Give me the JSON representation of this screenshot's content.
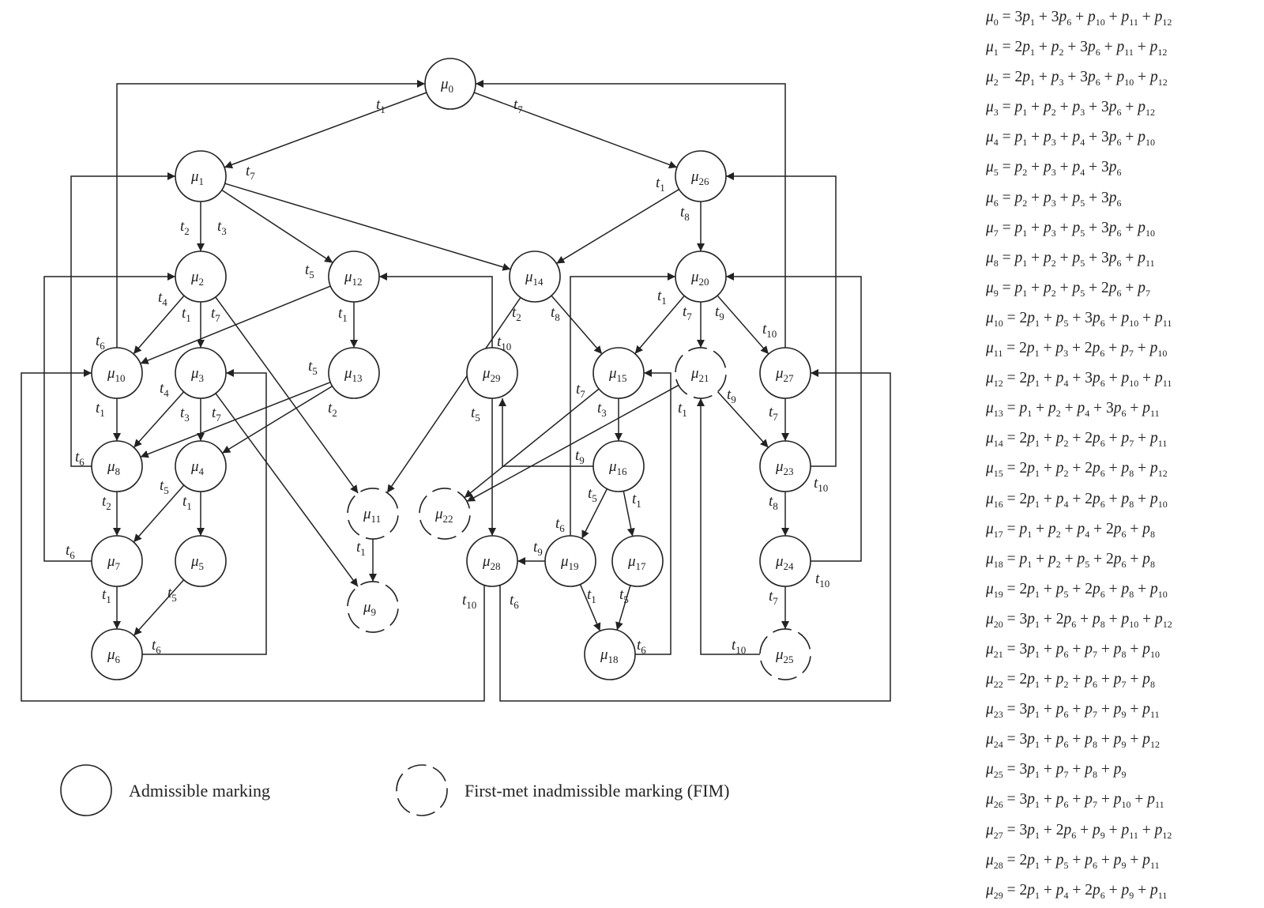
{
  "nodes": [
    {
      "id": "mu0",
      "label": "μ",
      "sub": "0",
      "fim": false
    },
    {
      "id": "mu1",
      "label": "μ",
      "sub": "1",
      "fim": false
    },
    {
      "id": "mu2",
      "label": "μ",
      "sub": "2",
      "fim": false
    },
    {
      "id": "mu3",
      "label": "μ",
      "sub": "3",
      "fim": false
    },
    {
      "id": "mu4",
      "label": "μ",
      "sub": "4",
      "fim": false
    },
    {
      "id": "mu5",
      "label": "μ",
      "sub": "5",
      "fim": false
    },
    {
      "id": "mu6",
      "label": "μ",
      "sub": "6",
      "fim": false
    },
    {
      "id": "mu7",
      "label": "μ",
      "sub": "7",
      "fim": false
    },
    {
      "id": "mu8",
      "label": "μ",
      "sub": "8",
      "fim": false
    },
    {
      "id": "mu9",
      "label": "μ",
      "sub": "9",
      "fim": true
    },
    {
      "id": "mu10",
      "label": "μ",
      "sub": "10",
      "fim": false
    },
    {
      "id": "mu11",
      "label": "μ",
      "sub": "11",
      "fim": true
    },
    {
      "id": "mu12",
      "label": "μ",
      "sub": "12",
      "fim": false
    },
    {
      "id": "mu13",
      "label": "μ",
      "sub": "13",
      "fim": false
    },
    {
      "id": "mu14",
      "label": "μ",
      "sub": "14",
      "fim": false
    },
    {
      "id": "mu15",
      "label": "μ",
      "sub": "15",
      "fim": false
    },
    {
      "id": "mu16",
      "label": "μ",
      "sub": "16",
      "fim": false
    },
    {
      "id": "mu17",
      "label": "μ",
      "sub": "17",
      "fim": false
    },
    {
      "id": "mu18",
      "label": "μ",
      "sub": "18",
      "fim": false
    },
    {
      "id": "mu19",
      "label": "μ",
      "sub": "19",
      "fim": false
    },
    {
      "id": "mu20",
      "label": "μ",
      "sub": "20",
      "fim": false
    },
    {
      "id": "mu21",
      "label": "μ",
      "sub": "21",
      "fim": true
    },
    {
      "id": "mu22",
      "label": "μ",
      "sub": "22",
      "fim": true
    },
    {
      "id": "mu23",
      "label": "μ",
      "sub": "23",
      "fim": false
    },
    {
      "id": "mu24",
      "label": "μ",
      "sub": "24",
      "fim": false
    },
    {
      "id": "mu25",
      "label": "μ",
      "sub": "25",
      "fim": true
    },
    {
      "id": "mu26",
      "label": "μ",
      "sub": "26",
      "fim": false
    },
    {
      "id": "mu27",
      "label": "μ",
      "sub": "27",
      "fim": false
    },
    {
      "id": "mu28",
      "label": "μ",
      "sub": "28",
      "fim": false
    },
    {
      "id": "mu29",
      "label": "μ",
      "sub": "29",
      "fim": false
    }
  ],
  "edges": [
    {
      "from": "mu0",
      "to": "mu1",
      "transition": "1"
    },
    {
      "from": "mu0",
      "to": "mu26",
      "transition": "7"
    },
    {
      "from": "mu1",
      "to": "mu2",
      "transition": "2"
    },
    {
      "from": "mu1",
      "to": "mu12",
      "transition": "3"
    },
    {
      "from": "mu1",
      "to": "mu14",
      "transition": "7"
    },
    {
      "from": "mu26",
      "to": "mu14",
      "transition": "1"
    },
    {
      "from": "mu26",
      "to": "mu20",
      "transition": "8"
    },
    {
      "from": "mu2",
      "to": "mu10",
      "transition": "4"
    },
    {
      "from": "mu2",
      "to": "mu3",
      "transition": "1"
    },
    {
      "from": "mu2",
      "to": "mu11",
      "transition": "7"
    },
    {
      "from": "mu12",
      "to": "mu10",
      "transition": "5"
    },
    {
      "from": "mu12",
      "to": "mu13",
      "transition": "1"
    },
    {
      "from": "mu14",
      "to": "mu11",
      "transition": "2"
    },
    {
      "from": "mu14",
      "to": "mu15",
      "transition": "8"
    },
    {
      "from": "mu10",
      "to": "mu8",
      "transition": "1"
    },
    {
      "from": "mu10",
      "to": "mu0",
      "transition": "6"
    },
    {
      "from": "mu3",
      "to": "mu8",
      "transition": "4"
    },
    {
      "from": "mu3",
      "to": "mu4",
      "transition": "3"
    },
    {
      "from": "mu3",
      "to": "mu9",
      "transition": "7"
    },
    {
      "from": "mu13",
      "to": "mu8",
      "transition": "5"
    },
    {
      "from": "mu13",
      "to": "mu4",
      "transition": "2"
    },
    {
      "from": "mu8",
      "to": "mu7",
      "transition": "2"
    },
    {
      "from": "mu8",
      "to": "mu1",
      "transition": "6"
    },
    {
      "from": "mu4",
      "to": "mu7",
      "transition": "5"
    },
    {
      "from": "mu4",
      "to": "mu5",
      "transition": "1"
    },
    {
      "from": "mu7",
      "to": "mu6",
      "transition": "1"
    },
    {
      "from": "mu7",
      "to": "mu2",
      "transition": "6"
    },
    {
      "from": "mu5",
      "to": "mu6",
      "transition": "5"
    },
    {
      "from": "mu6",
      "to": "mu3",
      "transition": "6"
    },
    {
      "from": "mu11",
      "to": "mu9",
      "transition": "1"
    },
    {
      "from": "mu20",
      "to": "mu15",
      "transition": "1"
    },
    {
      "from": "mu20",
      "to": "mu21",
      "transition": "7"
    },
    {
      "from": "mu20",
      "to": "mu27",
      "transition": "9"
    },
    {
      "from": "mu15",
      "to": "mu16",
      "transition": "3"
    },
    {
      "from": "mu15",
      "to": "mu22",
      "transition": "7"
    },
    {
      "from": "mu21",
      "to": "mu22",
      "transition": "1"
    },
    {
      "from": "mu21",
      "to": "mu23",
      "transition": "9"
    },
    {
      "from": "mu27",
      "to": "mu23",
      "transition": "7"
    },
    {
      "from": "mu27",
      "to": "mu0",
      "transition": "10"
    },
    {
      "from": "mu29",
      "to": "mu28",
      "transition": "5"
    },
    {
      "from": "mu29",
      "to": "mu12",
      "transition": "10"
    },
    {
      "from": "mu16",
      "to": "mu19",
      "transition": "5"
    },
    {
      "from": "mu16",
      "to": "mu17",
      "transition": "1"
    },
    {
      "from": "mu16",
      "to": "mu29",
      "transition": "9"
    },
    {
      "from": "mu23",
      "to": "mu24",
      "transition": "8"
    },
    {
      "from": "mu23",
      "to": "mu26",
      "transition": "10"
    },
    {
      "from": "mu19",
      "to": "mu28",
      "transition": "9"
    },
    {
      "from": "mu19",
      "to": "mu18",
      "transition": "1"
    },
    {
      "from": "mu19",
      "to": "mu20",
      "transition": "6"
    },
    {
      "from": "mu17",
      "to": "mu18",
      "transition": "5"
    },
    {
      "from": "mu18",
      "to": "mu15",
      "transition": "6"
    },
    {
      "from": "mu24",
      "to": "mu25",
      "transition": "7"
    },
    {
      "from": "mu24",
      "to": "mu20",
      "transition": "10"
    },
    {
      "from": "mu25",
      "to": "mu21",
      "transition": "10"
    },
    {
      "from": "mu28",
      "to": "mu10",
      "transition": "10"
    },
    {
      "from": "mu28",
      "to": "mu27",
      "transition": "6"
    }
  ],
  "legend": {
    "admissible": "Admissible marking",
    "fim": "First-met inadmissible marking (FIM)"
  },
  "equations": [
    [
      [
        "μ",
        "0"
      ],
      "= 3",
      [
        "p",
        "1"
      ],
      "+ 3",
      [
        "p",
        "6"
      ],
      "+ ",
      [
        "p",
        "10"
      ],
      "+ ",
      [
        "p",
        "11"
      ],
      "+ ",
      [
        "p",
        "12"
      ]
    ],
    [
      [
        "μ",
        "1"
      ],
      "= 2",
      [
        "p",
        "1"
      ],
      "+ ",
      [
        "p",
        "2"
      ],
      "+ 3",
      [
        "p",
        "6"
      ],
      "+ ",
      [
        "p",
        "11"
      ],
      "+ ",
      [
        "p",
        "12"
      ]
    ],
    [
      [
        "μ",
        "2"
      ],
      "= 2",
      [
        "p",
        "1"
      ],
      "+ ",
      [
        "p",
        "3"
      ],
      "+ 3",
      [
        "p",
        "6"
      ],
      "+ ",
      [
        "p",
        "10"
      ],
      "+ ",
      [
        "p",
        "12"
      ]
    ],
    [
      [
        "μ",
        "3"
      ],
      "= ",
      [
        "p",
        "1"
      ],
      "+ ",
      [
        "p",
        "2"
      ],
      "+ ",
      [
        "p",
        "3"
      ],
      "+ 3",
      [
        "p",
        "6"
      ],
      "+ ",
      [
        "p",
        "12"
      ]
    ],
    [
      [
        "μ",
        "4"
      ],
      "= ",
      [
        "p",
        "1"
      ],
      "+ ",
      [
        "p",
        "3"
      ],
      "+ ",
      [
        "p",
        "4"
      ],
      "+ 3",
      [
        "p",
        "6"
      ],
      "+ ",
      [
        "p",
        "10"
      ]
    ],
    [
      [
        "μ",
        "5"
      ],
      "= ",
      [
        "p",
        "2"
      ],
      "+ ",
      [
        "p",
        "3"
      ],
      "+ ",
      [
        "p",
        "4"
      ],
      "+ 3",
      [
        "p",
        "6"
      ]
    ],
    [
      [
        "μ",
        "6"
      ],
      "= ",
      [
        "p",
        "2"
      ],
      "+ ",
      [
        "p",
        "3"
      ],
      "+ ",
      [
        "p",
        "5"
      ],
      "+ 3",
      [
        "p",
        "6"
      ]
    ],
    [
      [
        "μ",
        "7"
      ],
      "= ",
      [
        "p",
        "1"
      ],
      "+ ",
      [
        "p",
        "3"
      ],
      "+ ",
      [
        "p",
        "5"
      ],
      "+ 3",
      [
        "p",
        "6"
      ],
      "+ ",
      [
        "p",
        "10"
      ]
    ],
    [
      [
        "μ",
        "8"
      ],
      "= ",
      [
        "p",
        "1"
      ],
      "+ ",
      [
        "p",
        "2"
      ],
      "+ ",
      [
        "p",
        "5"
      ],
      "+ 3",
      [
        "p",
        "6"
      ],
      "+ ",
      [
        "p",
        "11"
      ]
    ],
    [
      [
        "μ",
        "9"
      ],
      "= ",
      [
        "p",
        "1"
      ],
      "+ ",
      [
        "p",
        "2"
      ],
      "+ ",
      [
        "p",
        "5"
      ],
      "+ 2",
      [
        "p",
        "6"
      ],
      "+ ",
      [
        "p",
        "7"
      ]
    ],
    [
      [
        "μ",
        "10"
      ],
      "= 2",
      [
        "p",
        "1"
      ],
      "+ ",
      [
        "p",
        "5"
      ],
      "+ 3",
      [
        "p",
        "6"
      ],
      "+ ",
      [
        "p",
        "10"
      ],
      "+ ",
      [
        "p",
        "11"
      ]
    ],
    [
      [
        "μ",
        "11"
      ],
      "= 2",
      [
        "p",
        "1"
      ],
      "+ ",
      [
        "p",
        "3"
      ],
      "+ 2",
      [
        "p",
        "6"
      ],
      "+ ",
      [
        "p",
        "7"
      ],
      "+ ",
      [
        "p",
        "10"
      ]
    ],
    [
      [
        "μ",
        "12"
      ],
      "= 2",
      [
        "p",
        "1"
      ],
      "+ ",
      [
        "p",
        "4"
      ],
      "+ 3",
      [
        "p",
        "6"
      ],
      "+ ",
      [
        "p",
        "10"
      ],
      "+ ",
      [
        "p",
        "11"
      ]
    ],
    [
      [
        "μ",
        "13"
      ],
      "= ",
      [
        "p",
        "1"
      ],
      "+ ",
      [
        "p",
        "2"
      ],
      "+ ",
      [
        "p",
        "4"
      ],
      "+ 3",
      [
        "p",
        "6"
      ],
      "+ ",
      [
        "p",
        "11"
      ]
    ],
    [
      [
        "μ",
        "14"
      ],
      "= 2",
      [
        "p",
        "1"
      ],
      "+ ",
      [
        "p",
        "2"
      ],
      "+ 2",
      [
        "p",
        "6"
      ],
      "+ ",
      [
        "p",
        "7"
      ],
      "+ ",
      [
        "p",
        "11"
      ]
    ],
    [
      [
        "μ",
        "15"
      ],
      "= 2",
      [
        "p",
        "1"
      ],
      "+ ",
      [
        "p",
        "2"
      ],
      "+ 2",
      [
        "p",
        "6"
      ],
      "+ ",
      [
        "p",
        "8"
      ],
      "+ ",
      [
        "p",
        "12"
      ]
    ],
    [
      [
        "μ",
        "16"
      ],
      "= 2",
      [
        "p",
        "1"
      ],
      "+ ",
      [
        "p",
        "4"
      ],
      "+ 2",
      [
        "p",
        "6"
      ],
      "+ ",
      [
        "p",
        "8"
      ],
      "+ ",
      [
        "p",
        "10"
      ]
    ],
    [
      [
        "μ",
        "17"
      ],
      "= ",
      [
        "p",
        "1"
      ],
      "+ ",
      [
        "p",
        "2"
      ],
      "+ ",
      [
        "p",
        "4"
      ],
      "+ 2",
      [
        "p",
        "6"
      ],
      "+ ",
      [
        "p",
        "8"
      ]
    ],
    [
      [
        "μ",
        "18"
      ],
      "= ",
      [
        "p",
        "1"
      ],
      "+ ",
      [
        "p",
        "2"
      ],
      "+ ",
      [
        "p",
        "5"
      ],
      "+ 2",
      [
        "p",
        "6"
      ],
      "+ ",
      [
        "p",
        "8"
      ]
    ],
    [
      [
        "μ",
        "19"
      ],
      "= 2",
      [
        "p",
        "1"
      ],
      "+ ",
      [
        "p",
        "5"
      ],
      "+ 2",
      [
        "p",
        "6"
      ],
      "+ ",
      [
        "p",
        "8"
      ],
      "+ ",
      [
        "p",
        "10"
      ]
    ],
    [
      [
        "μ",
        "20"
      ],
      "= 3",
      [
        "p",
        "1"
      ],
      "+ 2",
      [
        "p",
        "6"
      ],
      "+ ",
      [
        "p",
        "8"
      ],
      "+ ",
      [
        "p",
        "10"
      ],
      "+ ",
      [
        "p",
        "12"
      ]
    ],
    [
      [
        "μ",
        "21"
      ],
      "= 3",
      [
        "p",
        "1"
      ],
      "+ ",
      [
        "p",
        "6"
      ],
      "+ ",
      [
        "p",
        "7"
      ],
      "+ ",
      [
        "p",
        "8"
      ],
      "+ ",
      [
        "p",
        "10"
      ]
    ],
    [
      [
        "μ",
        "22"
      ],
      "= 2",
      [
        "p",
        "1"
      ],
      "+ ",
      [
        "p",
        "2"
      ],
      "+ ",
      [
        "p",
        "6"
      ],
      "+ ",
      [
        "p",
        "7"
      ],
      "+ ",
      [
        "p",
        "8"
      ]
    ],
    [
      [
        "μ",
        "23"
      ],
      "= 3",
      [
        "p",
        "1"
      ],
      "+ ",
      [
        "p",
        "6"
      ],
      "+ ",
      [
        "p",
        "7"
      ],
      "+ ",
      [
        "p",
        "9"
      ],
      "+ ",
      [
        "p",
        "11"
      ]
    ],
    [
      [
        "μ",
        "24"
      ],
      "= 3",
      [
        "p",
        "1"
      ],
      "+ ",
      [
        "p",
        "6"
      ],
      "+ ",
      [
        "p",
        "8"
      ],
      "+ ",
      [
        "p",
        "9"
      ],
      "+ ",
      [
        "p",
        "12"
      ]
    ],
    [
      [
        "μ",
        "25"
      ],
      "= 3",
      [
        "p",
        "1"
      ],
      "+ ",
      [
        "p",
        "7"
      ],
      "+ ",
      [
        "p",
        "8"
      ],
      "+ ",
      [
        "p",
        "9"
      ]
    ],
    [
      [
        "μ",
        "26"
      ],
      "= 3",
      [
        "p",
        "1"
      ],
      "+ ",
      [
        "p",
        "6"
      ],
      "+ ",
      [
        "p",
        "7"
      ],
      "+ ",
      [
        "p",
        "10"
      ],
      "+ ",
      [
        "p",
        "11"
      ]
    ],
    [
      [
        "μ",
        "27"
      ],
      "= 3",
      [
        "p",
        "1"
      ],
      "+ 2",
      [
        "p",
        "6"
      ],
      "+ ",
      [
        "p",
        "9"
      ],
      "+ ",
      [
        "p",
        "11"
      ],
      "+ ",
      [
        "p",
        "12"
      ]
    ],
    [
      [
        "μ",
        "28"
      ],
      "= 2",
      [
        "p",
        "1"
      ],
      "+ ",
      [
        "p",
        "5"
      ],
      "+ ",
      [
        "p",
        "6"
      ],
      "+ ",
      [
        "p",
        "9"
      ],
      "+ ",
      [
        "p",
        "11"
      ]
    ],
    [
      [
        "μ",
        "29"
      ],
      "= 2",
      [
        "p",
        "1"
      ],
      "+ ",
      [
        "p",
        "4"
      ],
      "+ 2",
      [
        "p",
        "6"
      ],
      "+ ",
      [
        "p",
        "9"
      ],
      "+ ",
      [
        "p",
        "11"
      ]
    ]
  ]
}
